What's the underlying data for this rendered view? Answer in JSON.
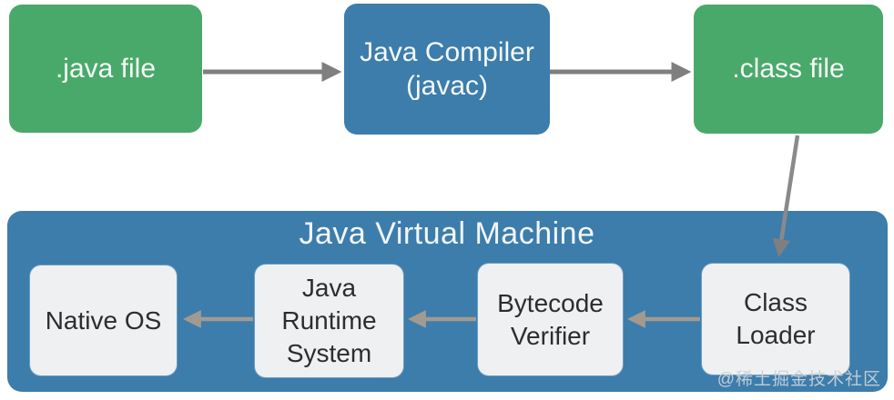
{
  "colors": {
    "green": "#49a96b",
    "blue": "#3c7dac",
    "box_light": "#eef0f1",
    "arrow_gray": "#7f7f7f",
    "arrow_tan": "#a39a8f",
    "text_light": "#f5f9f6",
    "text_dark": "#2d2d2d",
    "watermark_color": "#ccd3d8"
  },
  "top_flow": {
    "nodes": [
      {
        "id": "java-file",
        "label": ".java file",
        "style": "green"
      },
      {
        "id": "java-compiler",
        "label": "Java Compiler\n(javac)",
        "style": "blue"
      },
      {
        "id": "class-file",
        "label": ".class file",
        "style": "green"
      }
    ]
  },
  "jvm": {
    "title": "Java Virtual Machine",
    "nodes": [
      {
        "id": "native-os",
        "label": "Native OS"
      },
      {
        "id": "java-runtime-system",
        "label": "Java\nRuntime\nSystem"
      },
      {
        "id": "bytecode-verifier",
        "label": "Bytecode\nVerifier"
      },
      {
        "id": "class-loader",
        "label": "Class\nLoader"
      }
    ]
  },
  "edges": [
    {
      "from": "java-file",
      "to": "java-compiler"
    },
    {
      "from": "java-compiler",
      "to": "class-file"
    },
    {
      "from": "class-file",
      "to": "class-loader"
    },
    {
      "from": "class-loader",
      "to": "bytecode-verifier"
    },
    {
      "from": "bytecode-verifier",
      "to": "java-runtime-system"
    },
    {
      "from": "java-runtime-system",
      "to": "native-os"
    }
  ],
  "watermark": "@稀土掘金技术社区"
}
